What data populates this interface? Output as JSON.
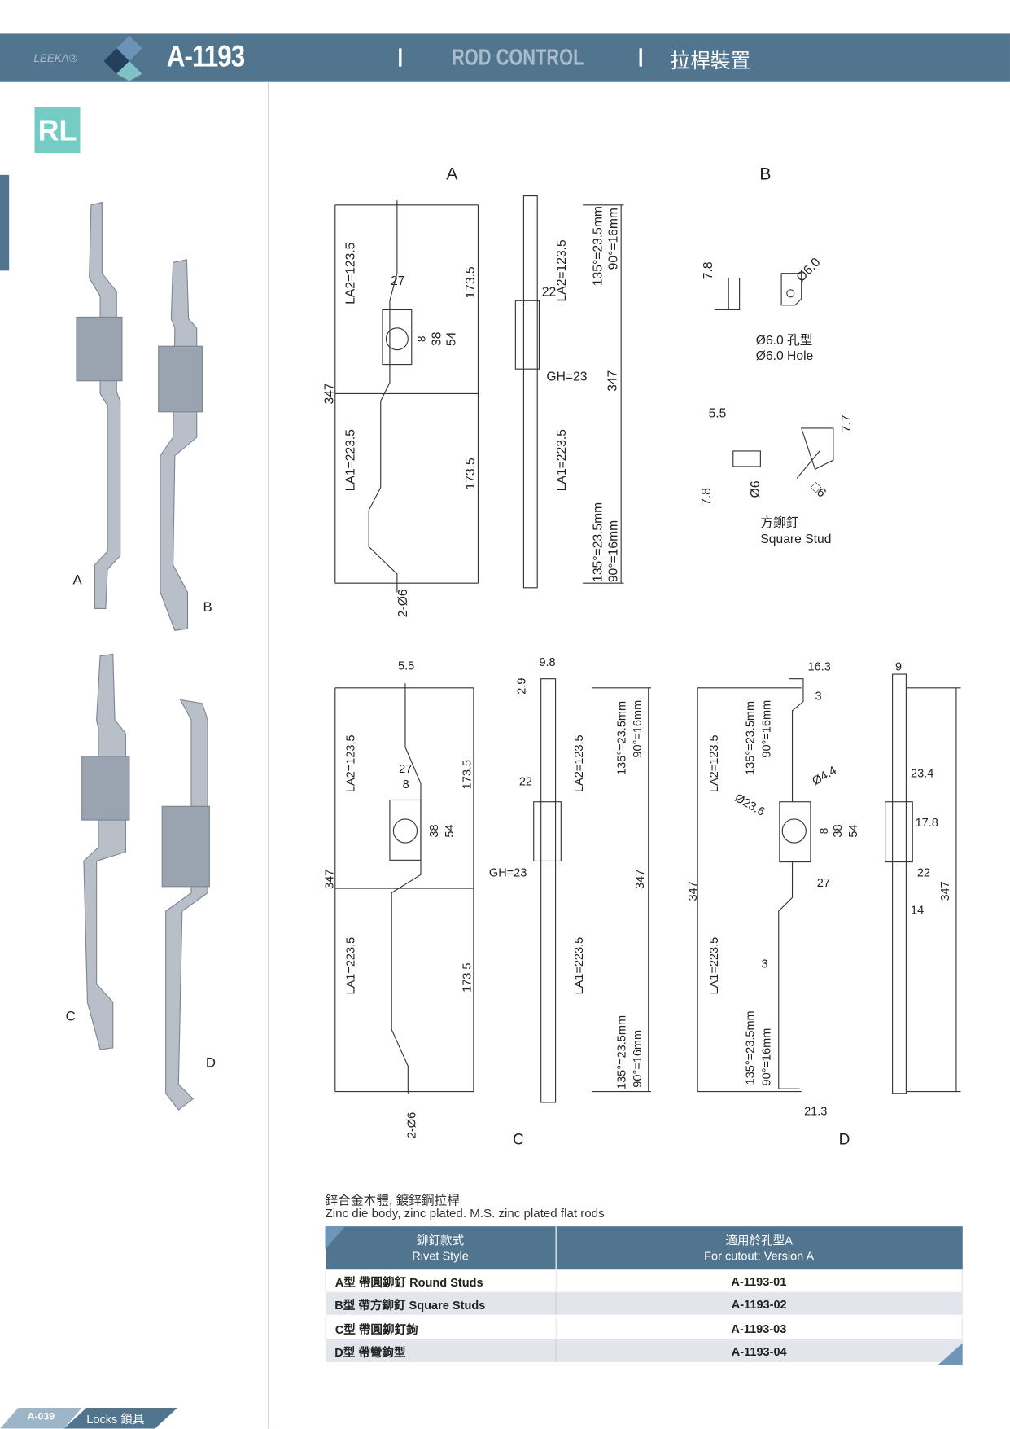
{
  "header": {
    "brand": "LEEKA®",
    "model": "A-1193",
    "category_en": "ROD CONTROL",
    "category_cn": "拉桿裝置"
  },
  "badge": "RL",
  "product_labels": [
    "A",
    "B",
    "C",
    "D"
  ],
  "drawing_labels": [
    "A",
    "LA2=123.5",
    "LA1=223.5",
    "347",
    "173.5",
    "173.5",
    "27",
    "8",
    "38",
    "54",
    "2-Ø6",
    "22",
    "LA2=123.5",
    "GH=23",
    "347",
    "LA1=223.5",
    "135°=23.5mm",
    "90°=16mm",
    "135°=23.5mm",
    "90°=16mm",
    "B",
    "7.8",
    "Ø6.0",
    "Ø6.0 孔型",
    "Ø6.0 Hole",
    "5.5",
    "7.7",
    "7.8",
    "Ø6",
    "□6",
    "方鉚釘",
    "Square Stud",
    "5.5",
    "LA2=123.5",
    "173.5",
    "27",
    "8",
    "38",
    "54",
    "347",
    "LA1=223.5",
    "173.5",
    "2-Ø6",
    "C",
    "9.8",
    "2.9",
    "22",
    "GH=23",
    "LA2=123.5",
    "135°=23.5mm",
    "90°=16mm",
    "347",
    "LA1=223.5",
    "135°=23.5mm",
    "90°=16mm",
    "16.3",
    "3",
    "LA2=123.5",
    "135°=23.5mm",
    "90°=16mm",
    "Ø4.4",
    "Ø23.6",
    "8",
    "38",
    "54",
    "27",
    "347",
    "LA1=223.5",
    "3",
    "135°=23.5mm",
    "90°=16mm",
    "21.3",
    "D",
    "9",
    "23.4",
    "17.8",
    "22",
    "14",
    "347"
  ],
  "description": {
    "cn": "鋅合金本體, 鍍鋅鋼拉桿",
    "en": "Zinc die body, zinc plated. M.S. zinc plated flat rods"
  },
  "table": {
    "headers": [
      {
        "cn": "鉚釘款式",
        "en": "Rivet Style"
      },
      {
        "cn": "適用於孔型A",
        "en": "For cutout: Version A"
      }
    ],
    "rows": [
      [
        "A型 帶圓鉚釘 Round Studs",
        "A-1193-01"
      ],
      [
        "B型 帶方鉚釘 Square Studs",
        "A-1193-02"
      ],
      [
        "C型 帶圓鉚釘鉤",
        "A-1193-03"
      ],
      [
        "D型 帶彎鉤型",
        "A-1193-04"
      ]
    ]
  },
  "footer": {
    "page": "A-039",
    "section": "Locks 鎖具"
  }
}
